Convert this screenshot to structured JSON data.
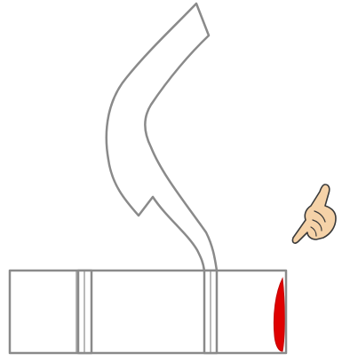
{
  "diagram": {
    "parts": [
      {
        "id": "curved-arrow",
        "icon": "curved-arrow-icon"
      },
      {
        "id": "pointing-hand",
        "icon": "pointing-hand-icon"
      },
      {
        "id": "tray-left-panel"
      },
      {
        "id": "tray-left-divider"
      },
      {
        "id": "tray-middle-panel"
      },
      {
        "id": "tray-right-divider"
      },
      {
        "id": "tray-right-panel"
      },
      {
        "id": "red-marker"
      }
    ],
    "colors": {
      "outline": "#8a8a8a",
      "marker": "#e00000",
      "hand_skin": "#f5d2a8",
      "hand_stroke": "#3a3a3a",
      "background": "#ffffff"
    }
  }
}
